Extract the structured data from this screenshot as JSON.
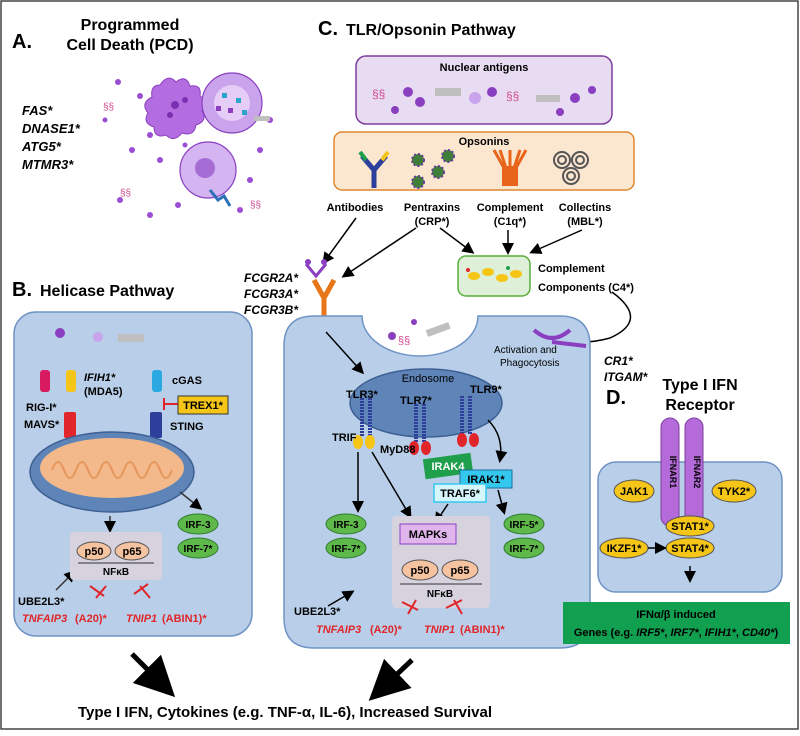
{
  "panel_a": {
    "letter": "A.",
    "title_line1": "Programmed",
    "title_line2": "Cell Death (PCD)",
    "genes": [
      "FAS*",
      "DNASE1*",
      "ATG5*",
      "MTMR3*"
    ]
  },
  "panel_b": {
    "letter": "B.",
    "title": "Helicase Pathway",
    "rig_i": "RIG-I*",
    "ifih1": "IFIH1*",
    "mda5": "(MDA5)",
    "cgas": "cGAS",
    "trex1": "TREX1*",
    "mavs": "MAVS*",
    "sting": "STING",
    "irf3": "IRF-3",
    "irf7": "IRF-7*",
    "p50": "p50",
    "p65": "p65",
    "nfkb": "NFκB",
    "ube2l3": "UBE2L3*",
    "tnfaip3": "TNFAIP3",
    "a20": "(A20)*",
    "tnip1": "TNIP1",
    "abin1": "(ABIN1)*"
  },
  "panel_c": {
    "letter": "C.",
    "title": "TLR/Opsonin Pathway",
    "nuclear_antigens": "Nuclear antigens",
    "opsonins": "Opsonins",
    "antibodies": "Antibodies",
    "pentraxins": "Pentraxins",
    "pentraxins_sub": "(CRP*)",
    "complement": "Complement",
    "complement_sub": "(C1q*)",
    "collectins": "Collectins",
    "collectins_sub": "(MBL*)",
    "complement_components_1": "Complement",
    "complement_components_2": "Components (C4*)",
    "fcgr": [
      "FCGR2A*",
      "FCGR3A*",
      "FCGR3B*"
    ],
    "activation_1": "Activation and",
    "activation_2": "Phagocytosis",
    "cr1": "CR1*",
    "itgam": "ITGAM*",
    "endosome": "Endosome",
    "tlr3": "TLR3*",
    "tlr7": "TLR7*",
    "tlr9": "TLR9*",
    "trif": "TRIF",
    "myd88": "MyD88",
    "irak4": "IRAK4",
    "irak1": "IRAK1*",
    "traf6": "TRAF6*",
    "mapks": "MAPKs",
    "irf3": "IRF-3",
    "irf7": "IRF-7*",
    "irf5": "IRF-5*",
    "irf7b": "IRF-7*",
    "p50": "p50",
    "p65": "p65",
    "nfkb": "NFκB",
    "ube2l3": "UBE2L3*",
    "tnfaip3": "TNFAIP3",
    "a20": "(A20)*",
    "tnip1": "TNIP1",
    "abin1": "(ABIN1)*"
  },
  "panel_d": {
    "letter": "D.",
    "title_line1": "Type I IFN",
    "title_line2": "Receptor",
    "ifnar1": "IFNAR1",
    "ifnar2": "IFNAR2",
    "jak1": "JAK1",
    "tyk2": "TYK2*",
    "stat1": "STAT1*",
    "stat4": "STAT4*",
    "ikzf1": "IKZF1*",
    "induced_line1": "IFNα/β induced",
    "induced_prefix": "Genes (e.g. ",
    "induced_genes": [
      "IRF5*",
      "IRF7*",
      "IFIH1*",
      "CD40*"
    ],
    "induced_suffix": ")"
  },
  "footer": "Type I IFN, Cytokines (e.g. TNF-α, IL-6), Increased Survival",
  "colors": {
    "cell": "#b9cfe9",
    "cell_border": "#6f93c4",
    "nuclear_box": "#e8dcf3",
    "nuclear_border": "#7d3f9b",
    "opsonin_box": "#fbe6cf",
    "opsonin_border": "#e0892e",
    "complement_box": "#dff0d8",
    "complement_border": "#5aad3a",
    "green_oval": "#5fb84a",
    "orange_oval": "#f6c3a0",
    "mito": "#f4b98a",
    "irak4": "#1f9f4c",
    "cyan": "#35c8ee",
    "yellow": "#f5c518",
    "receptor_purple": "#b46ad8",
    "red_inhibitor": "#e0262a",
    "induced_green": "#10a050"
  }
}
